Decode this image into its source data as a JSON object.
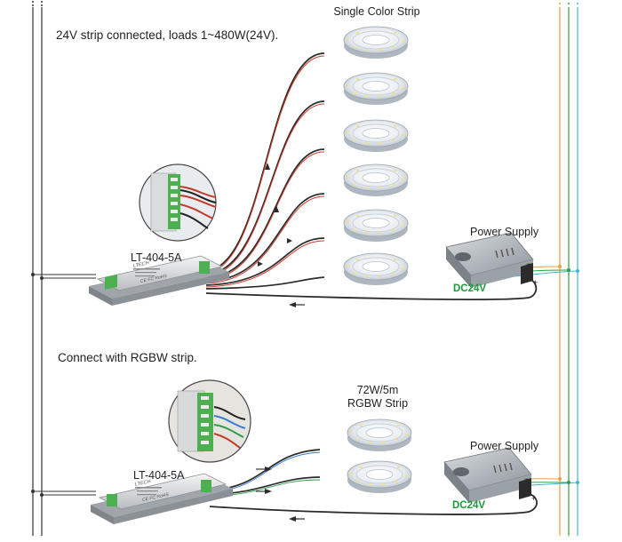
{
  "top_section": {
    "header_partial": "Single Color Strip",
    "caption": "24V strip connected, loads 1~480W(24V).",
    "controller_label": "LT-404-5A",
    "power_supply_label": "Power Supply",
    "dc_label": "DC24V"
  },
  "bottom_section": {
    "caption": "Connect with RGBW strip.",
    "strip_label_line1": "72W/5m",
    "strip_label_line2": "RGBW Strip",
    "controller_label": "LT-404-5A",
    "power_supply_label": "Power Supply",
    "dc_label": "DC24V"
  },
  "device_text": {
    "brand": "LTECH",
    "marks": "CE FC RoHS"
  },
  "colors": {
    "bus_black": "#333333",
    "bus_orange": "#e8a13c",
    "bus_green": "#2f9e4a",
    "bus_cyan": "#3fb6d6",
    "terminal_green": "#4caf50",
    "dc_green": "#1a9a3a"
  }
}
